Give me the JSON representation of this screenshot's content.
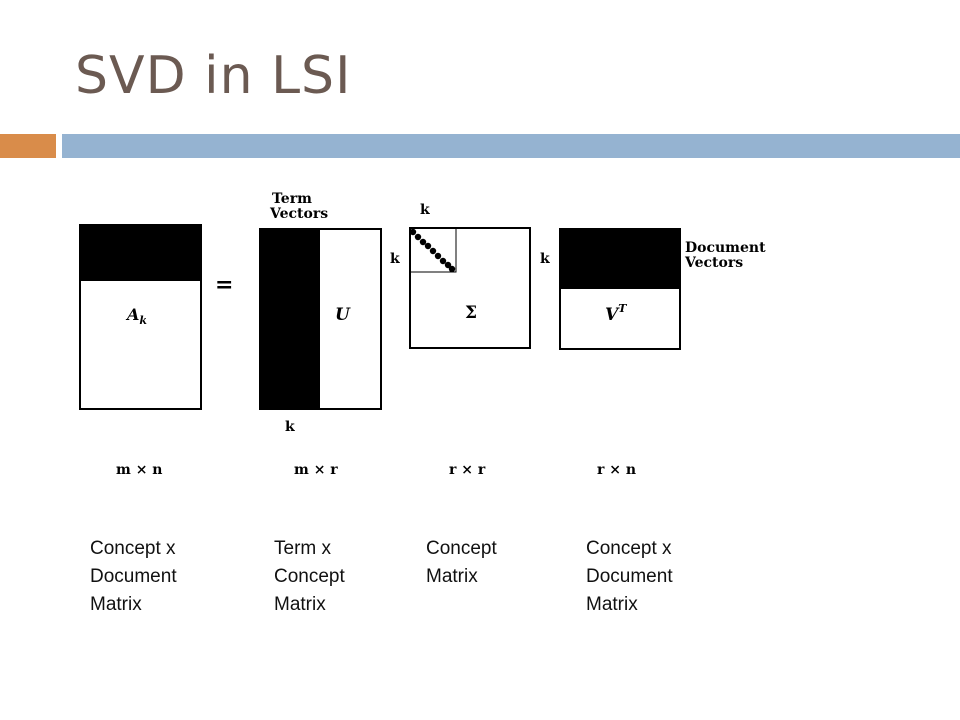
{
  "slide": {
    "title": "SVD in LSI"
  },
  "diagram": {
    "equals": "=",
    "matrix_a_label": "Ak",
    "matrix_u_label": "U",
    "matrix_sigma_label": "Σ",
    "matrix_vt_label": "VT",
    "term_vectors_line1": "Term",
    "term_vectors_line2": "Vectors",
    "document_vectors_line1": "Document",
    "document_vectors_line2": "Vectors",
    "k": "k",
    "dims": [
      "m × n",
      "m × r",
      "r × r",
      "r × n"
    ]
  },
  "captions": [
    [
      "Concept x",
      "Document",
      "Matrix"
    ],
    [
      "Term x",
      "Concept",
      "Matrix"
    ],
    [
      "Concept",
      "Matrix"
    ],
    [
      "Concept x",
      "Document",
      "Matrix"
    ]
  ]
}
